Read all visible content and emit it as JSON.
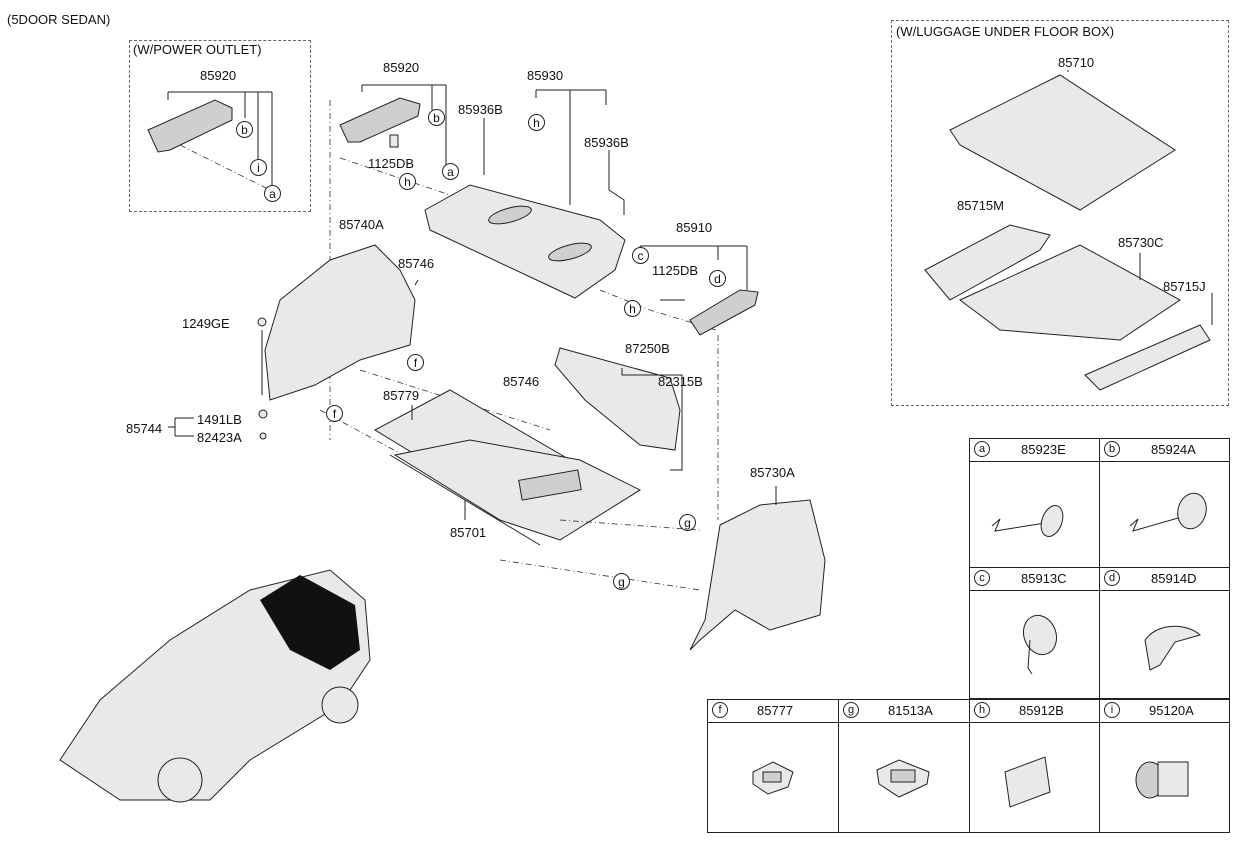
{
  "header": {
    "variant": "(5DOOR SEDAN)"
  },
  "boxes": {
    "power_outlet": "(W/POWER OUTLET)",
    "luggage_box": "(W/LUGGAGE UNDER FLOOR BOX)"
  },
  "parts": {
    "p85920a": "85920",
    "p85920b": "85920",
    "p85930": "85930",
    "p85936b_1": "85936B",
    "p85936b_2": "85936B",
    "p1125db_1": "1125DB",
    "p85740a": "85740A",
    "p85746_1": "85746",
    "p1249ge": "1249GE",
    "p85744": "85744",
    "p1491lb": "1491LB",
    "p82423a": "82423A",
    "p85910": "85910",
    "p1125db_2": "1125DB",
    "p87250b": "87250B",
    "p82315b": "82315B",
    "p85746_2": "85746",
    "p85779": "85779",
    "p85701": "85701",
    "p85730a": "85730A",
    "p85710": "85710",
    "p85715m": "85715M",
    "p85730c": "85730C",
    "p85715j": "85715J"
  },
  "callouts": {
    "b1": "b",
    "i1": "i",
    "a1": "a",
    "b2": "b",
    "a2": "a",
    "h1": "h",
    "h2": "h",
    "h3": "h",
    "c1": "c",
    "d1": "d",
    "f1": "f",
    "f2": "f",
    "g1": "g",
    "g2": "g"
  },
  "legend": [
    {
      "letter": "a",
      "code": "85923E"
    },
    {
      "letter": "b",
      "code": "85924A"
    },
    {
      "letter": "c",
      "code": "85913C"
    },
    {
      "letter": "d",
      "code": "85914D"
    },
    {
      "letter": "f",
      "code": "85777"
    },
    {
      "letter": "g",
      "code": "81513A"
    },
    {
      "letter": "h",
      "code": "85912B"
    },
    {
      "letter": "i",
      "code": "95120A"
    }
  ]
}
